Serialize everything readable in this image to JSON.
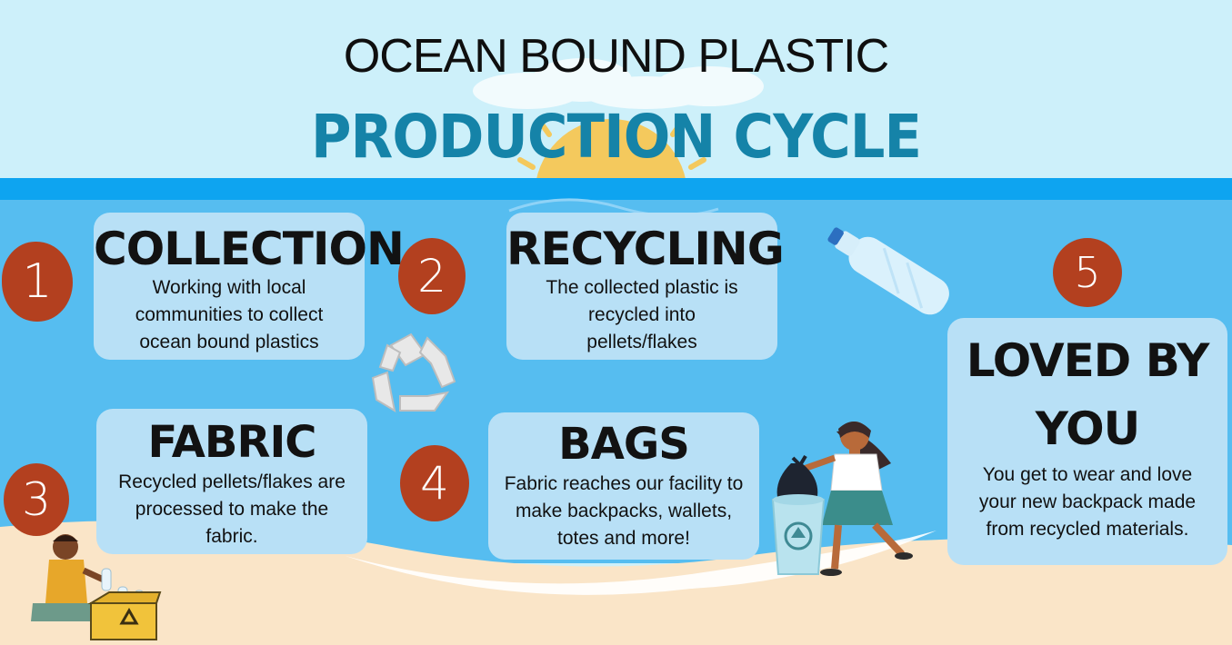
{
  "header": {
    "title_line1": "OCEAN BOUND PLASTIC",
    "title_line2": "PRODUCTION CYCLE"
  },
  "steps": [
    {
      "number": "1",
      "title": "COLLECTION",
      "text": [
        "Working with local",
        "communities to collect",
        "ocean bound plastics"
      ]
    },
    {
      "number": "2",
      "title": "RECYCLING",
      "text": [
        "The collected plastic is",
        "recycled into",
        "pellets/flakes"
      ]
    },
    {
      "number": "3",
      "title": "FABRIC",
      "text": [
        "Recycled pellets/flakes are",
        "processed to make the",
        "fabric."
      ]
    },
    {
      "number": "4",
      "title": "BAGS",
      "text": [
        "Fabric reaches our facility to",
        "make backpacks, wallets,",
        "totes and more!"
      ]
    },
    {
      "number": "5",
      "title_lines": [
        "LOVED BY",
        "YOU"
      ],
      "text": [
        "You get to wear and love",
        "your new backpack made",
        "from recycled materials."
      ]
    }
  ],
  "colors": {
    "sky": "#cdf0fa",
    "sea": "#56bdf0",
    "sea_band": "#0ea4f0",
    "sand": "#fae5c8",
    "card": "#b8e0f6",
    "badge": "#b3401f",
    "title_accent": "#1583a8",
    "sun": "#f4c95d"
  },
  "illustrations": [
    "sun-icon",
    "plastic-bottle-icon",
    "recycle-icon",
    "person-with-trash-bag-icon",
    "recycling-bin-icon",
    "child-with-bottles-icon",
    "recycle-box-icon"
  ]
}
